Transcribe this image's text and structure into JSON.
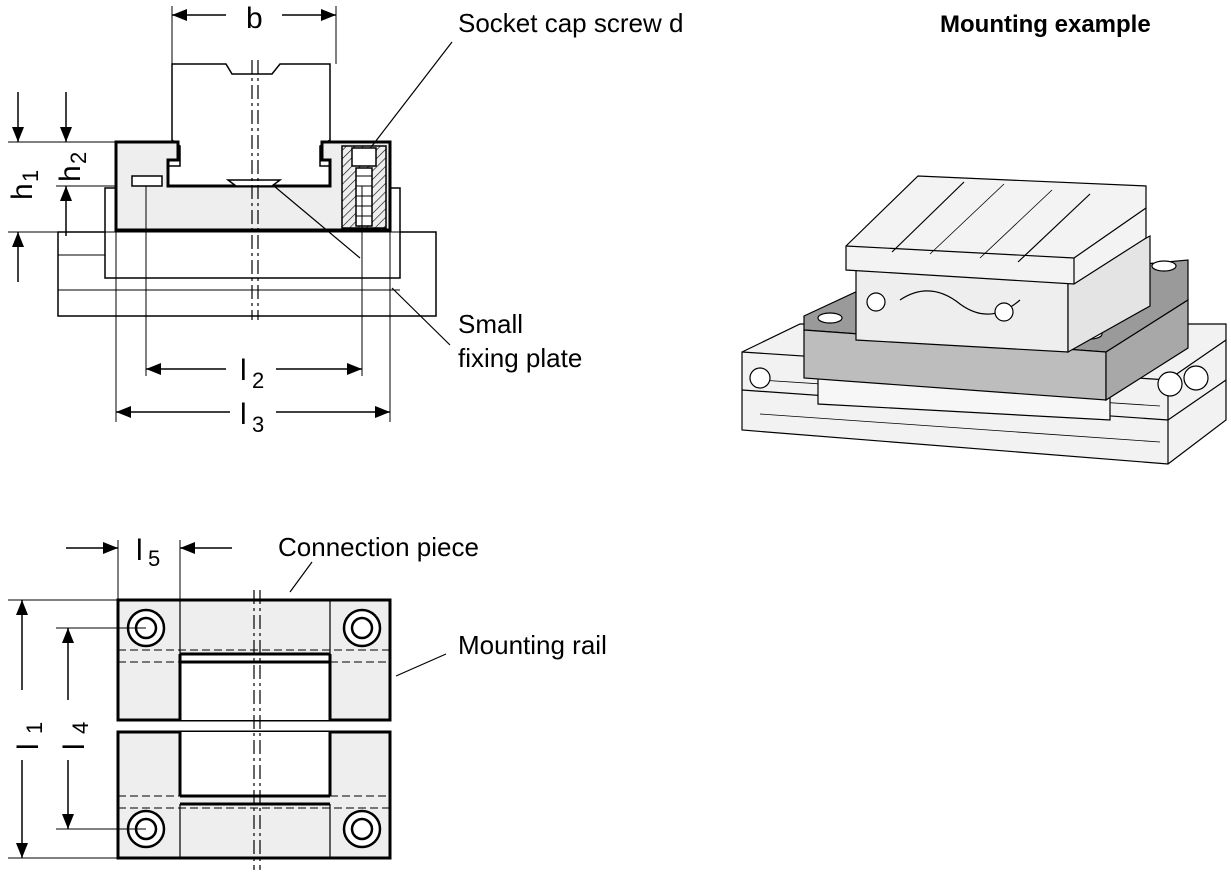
{
  "title": "Mounting example",
  "callouts": {
    "screw": "Socket cap screw d",
    "small_plate_line1": "Small",
    "small_plate_line2": "fixing plate",
    "connection_piece": "Connection piece",
    "mounting_rail": "Mounting rail"
  },
  "dimensions": {
    "b": "b",
    "h1": "h",
    "h1_sub": "1",
    "h2": "h",
    "h2_sub": "2",
    "l1": "l",
    "l1_sub": "1",
    "l2": "l",
    "l2_sub": "2",
    "l3": "l",
    "l3_sub": "3",
    "l4": "l",
    "l4_sub": "4",
    "l5": "l",
    "l5_sub": "5"
  },
  "colors": {
    "line": "#000000",
    "part_fill": "#eeeeee",
    "plate_fill": "#bdbdbd",
    "plate_top": "#9a9a9a"
  }
}
